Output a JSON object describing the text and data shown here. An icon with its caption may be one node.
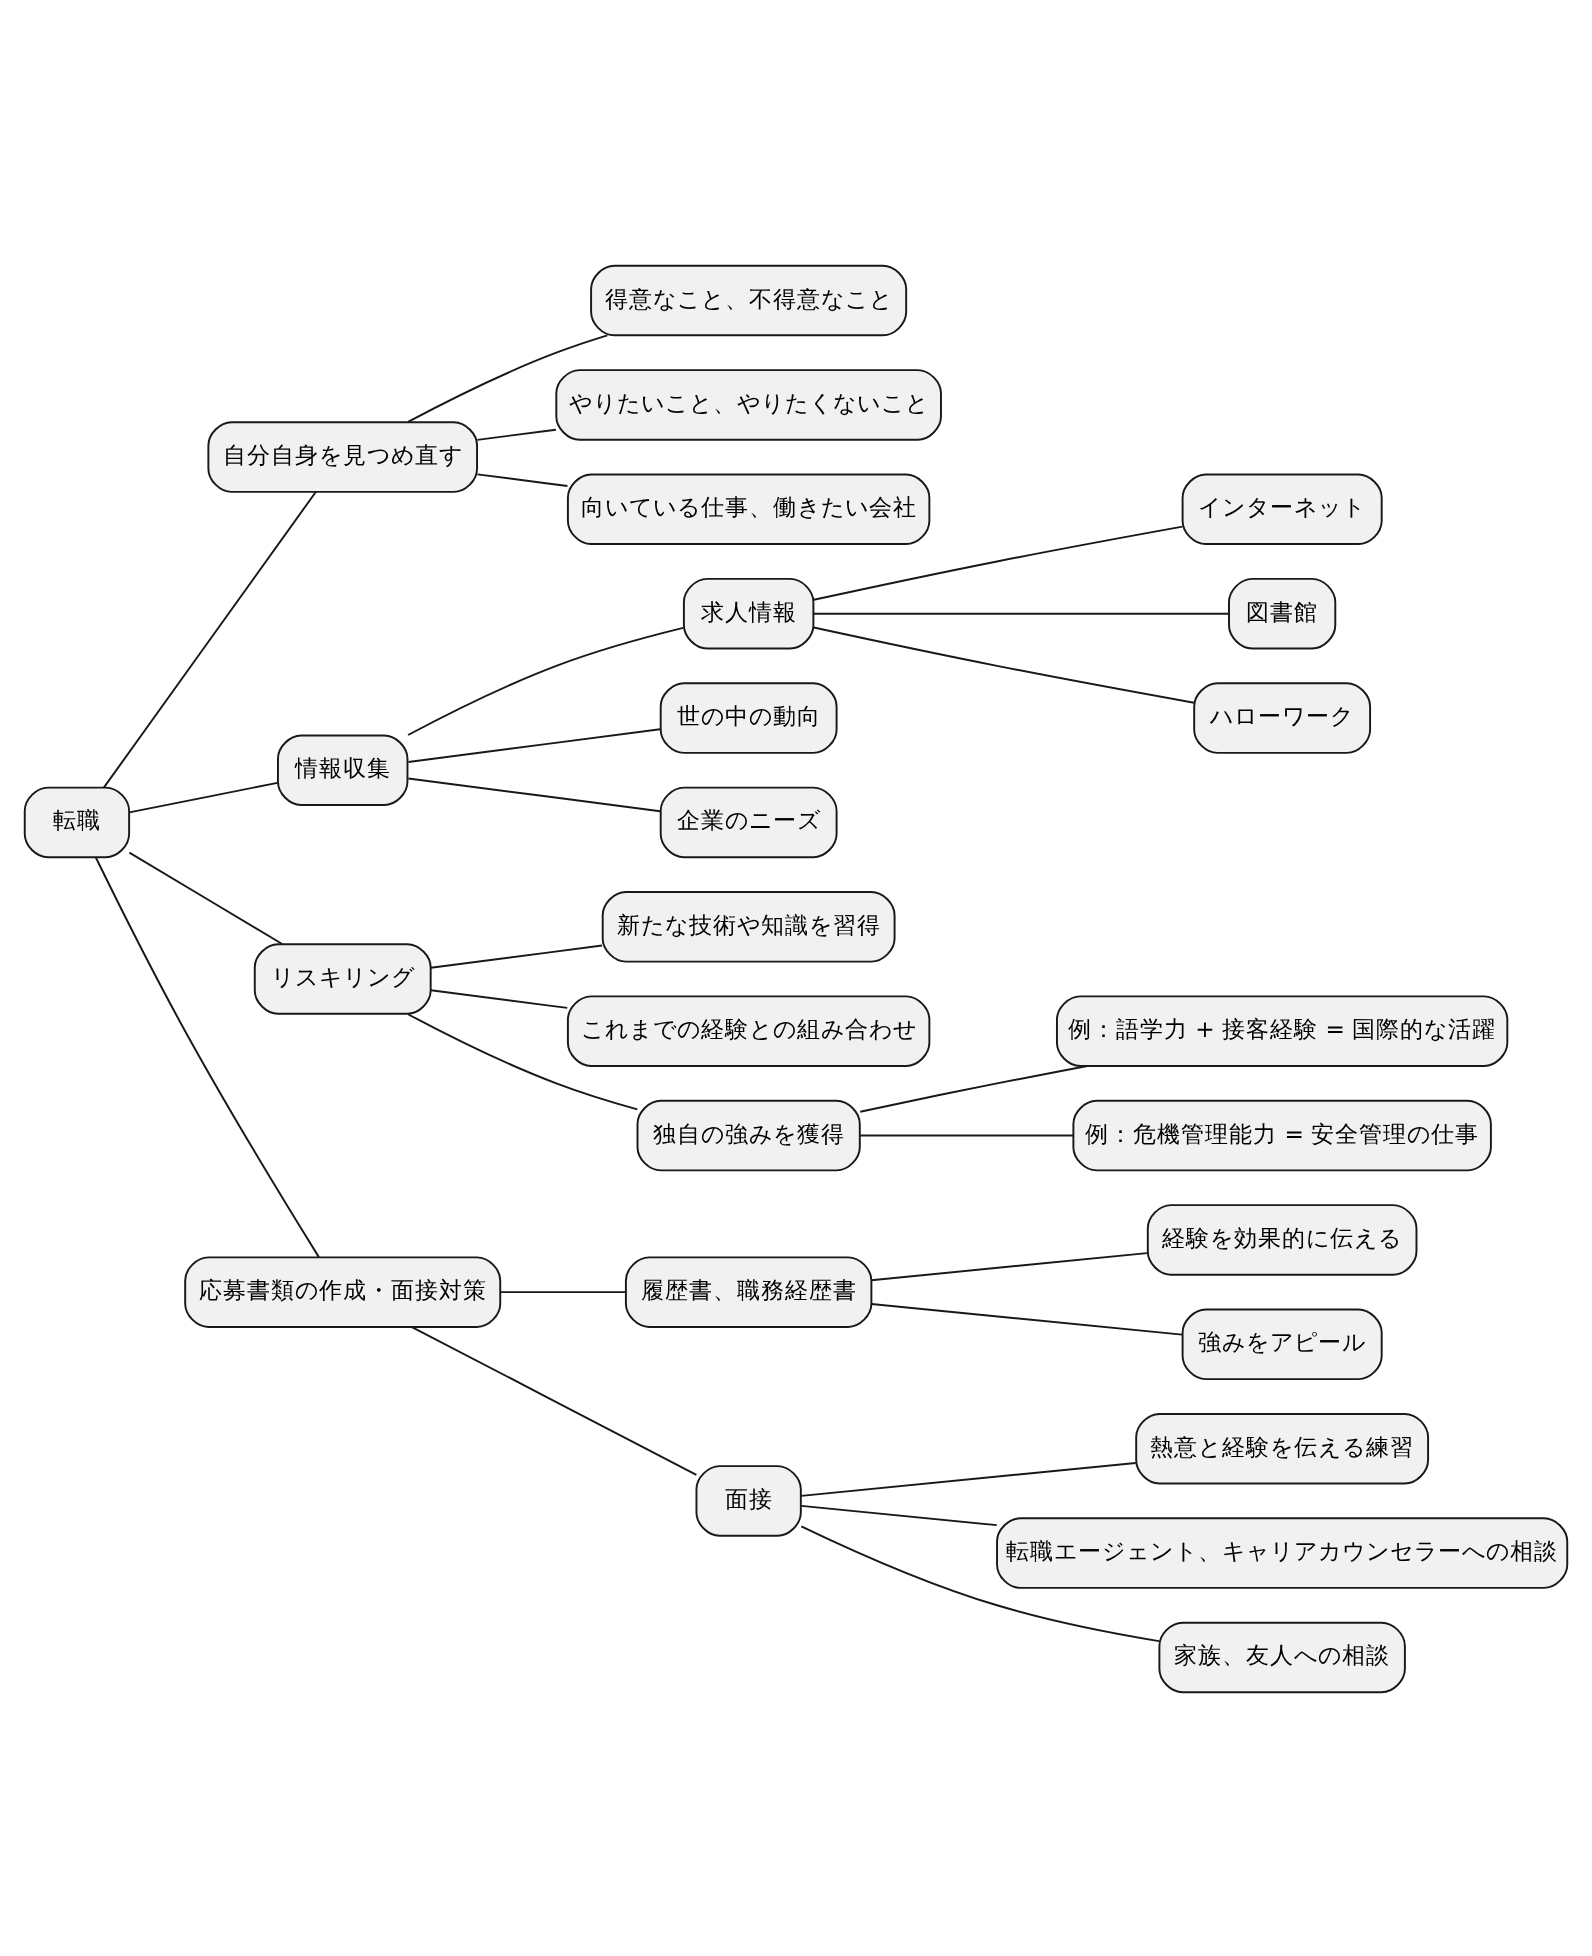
{
  "diagram": {
    "nodes": [
      {
        "text": [
          "転職"
        ]
      },
      {
        "text": [
          "自分自身を見つめ直す"
        ]
      },
      {
        "text": [
          "得意なこと、不得意なこと"
        ]
      },
      {
        "text": [
          "やりたいこと、やりたくないこと"
        ]
      },
      {
        "text": [
          "向いている仕事、働きたい会社"
        ]
      },
      {
        "text": [
          "情報収集"
        ]
      },
      {
        "text": [
          "求人情報"
        ]
      },
      {
        "text": [
          "インターネット"
        ]
      },
      {
        "text": [
          "図書館"
        ]
      },
      {
        "text": [
          "ハローワーク"
        ]
      },
      {
        "text": [
          "世の中の動向"
        ]
      },
      {
        "text": [
          "企業のニーズ"
        ]
      },
      {
        "text": [
          "リスキリング"
        ]
      },
      {
        "text": [
          "新たな技術や知識を習得"
        ]
      },
      {
        "text": [
          "これまでの経験との組み合わせ"
        ]
      },
      {
        "text": [
          "独自の強みを獲得"
        ]
      },
      {
        "text": [
          "例：語学力 + 接客経験 = 国際的な活躍"
        ]
      },
      {
        "text": [
          "例：危機管理能力 = 安全管理の仕事"
        ]
      },
      {
        "text": [
          "応募書類の作成・面接対策"
        ]
      },
      {
        "text": [
          "履歴書、職務経歴書"
        ]
      },
      {
        "text": [
          "経験を効果的に伝える"
        ]
      },
      {
        "text": [
          "強みをアピール"
        ]
      },
      {
        "text": [
          "面接"
        ]
      },
      {
        "text": [
          "熱意と経験を伝える練習"
        ]
      },
      {
        "text": [
          "転職エージェント、キャリアカウンセラーへの相談"
        ]
      },
      {
        "text": [
          "家族、友人への相談"
        ]
      }
    ],
    "edges": [
      {
        "from": 0,
        "to": 1,
        "arrow": "none"
      },
      {
        "from": 1,
        "to": 2,
        "arrow": "none"
      },
      {
        "from": 1,
        "to": 3,
        "arrow": "none"
      },
      {
        "from": 1,
        "to": 4,
        "arrow": "none"
      },
      {
        "from": 0,
        "to": 5,
        "arrow": "none"
      },
      {
        "from": 5,
        "to": 6,
        "arrow": "none"
      },
      {
        "from": 6,
        "to": 7,
        "arrow": "none"
      },
      {
        "from": 6,
        "to": 8,
        "arrow": "none"
      },
      {
        "from": 6,
        "to": 9,
        "arrow": "none"
      },
      {
        "from": 5,
        "to": 10,
        "arrow": "none"
      },
      {
        "from": 5,
        "to": 11,
        "arrow": "none"
      },
      {
        "from": 0,
        "to": 12,
        "arrow": "none"
      },
      {
        "from": 12,
        "to": 13,
        "arrow": "none"
      },
      {
        "from": 12,
        "to": 14,
        "arrow": "none"
      },
      {
        "from": 12,
        "to": 15,
        "arrow": "none"
      },
      {
        "from": 15,
        "to": 16,
        "arrow": "none"
      },
      {
        "from": 15,
        "to": 17,
        "arrow": "none"
      },
      {
        "from": 0,
        "to": 18,
        "arrow": "none"
      },
      {
        "from": 18,
        "to": 19,
        "arrow": "none"
      },
      {
        "from": 19,
        "to": 20,
        "arrow": "none"
      },
      {
        "from": 19,
        "to": 21,
        "arrow": "none"
      },
      {
        "from": 18,
        "to": 22,
        "arrow": "none"
      },
      {
        "from": 22,
        "to": 23,
        "arrow": "none"
      },
      {
        "from": 22,
        "to": 24,
        "arrow": "none"
      },
      {
        "from": 22,
        "to": 25,
        "arrow": "none"
      }
    ]
  }
}
